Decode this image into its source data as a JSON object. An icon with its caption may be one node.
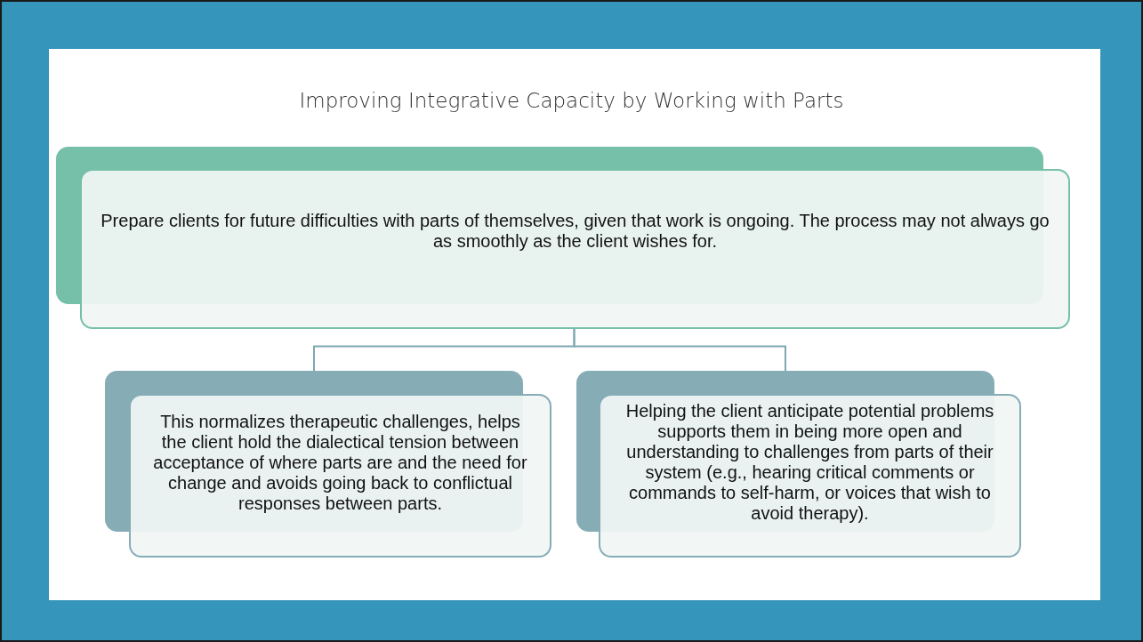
{
  "diagram": {
    "title": "Improving Integrative Capacity by Working with Parts",
    "nodes": [
      {
        "text": [
          "Prepare clients for future difficulties with parts of themselves, given that work is ongoing. The process may not always go as smoothly as the client wishes for."
        ]
      },
      {
        "text": [
          "This normalizes therapeutic challenges, helps the client hold the dialectical tension between acceptance of where parts are and the need for change and avoids going back to conflictual responses between parts."
        ]
      },
      {
        "text": [
          "Helping the client anticipate potential problems supports them in being more open and understanding to challenges from parts of their system (e.g., hearing critical comments or commands to self-harm, or voices that wish to avoid therapy)."
        ]
      }
    ],
    "edges": [
      {
        "from": 0,
        "to": 1,
        "arrow": "none"
      },
      {
        "from": 0,
        "to": 2,
        "arrow": "none"
      }
    ]
  }
}
